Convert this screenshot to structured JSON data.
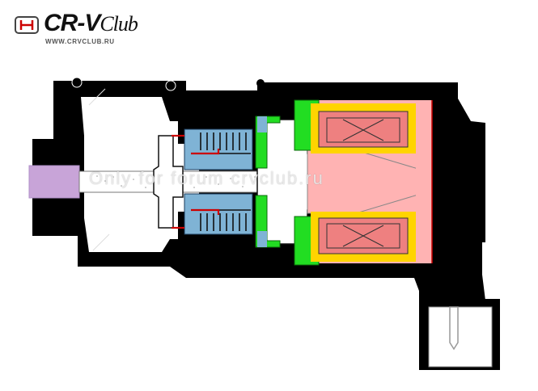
{
  "logo": {
    "brand": "CR-V",
    "club": "Club",
    "site": "WWW.CRVCLUB.RU"
  },
  "watermark": "Only for forum crvclub.ru",
  "colors": {
    "housing": "#000000",
    "coil_core": "#ffb3b3",
    "winding": "#ee8080",
    "winding_frame": "#ffd400",
    "pole_piece": "#22dd22",
    "spring_seat": "#7fb3d5",
    "plunger": "#c8a4d8",
    "stem": "#ffffff",
    "spring_line": "#111111",
    "seal_red": "#cc0000"
  }
}
